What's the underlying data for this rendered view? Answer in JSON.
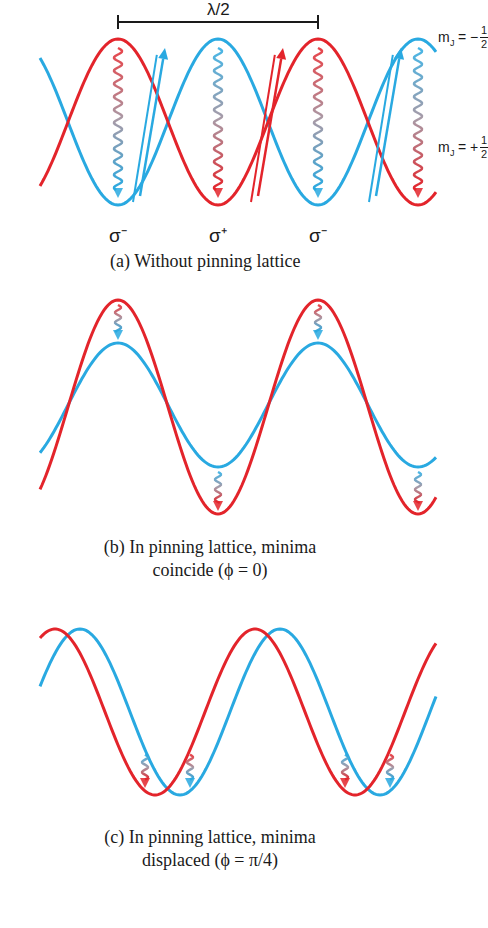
{
  "diagram": {
    "labels": [
      "λ/2",
      "m",
      "J",
      "= −",
      "1",
      "2",
      "m",
      "J",
      "= +",
      "1",
      "2",
      "σ⁻",
      "σ⁺",
      "σ⁻",
      "(a) Without pinning lattice",
      "(b) In pinning lattice, minima coincide (ϕ = 0)",
      "(c) In pinning lattice, minima displaced (ϕ = π/4)"
    ]
  }
}
